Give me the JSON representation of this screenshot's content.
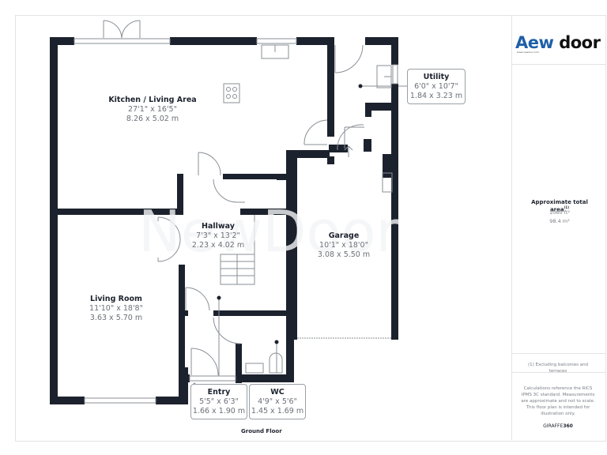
{
  "floor_label": "Ground Floor",
  "logo": {
    "brand_a": "Aew",
    "brand_b": " door",
    "subtext": "www.newdoor.com"
  },
  "watermark": "NewDoor",
  "rooms": {
    "kitchen": {
      "name": "Kitchen / Living Area",
      "imperial": "27'1\" x 16'5\"",
      "metric": "8.26 x 5.02 m"
    },
    "utility": {
      "name": "Utility",
      "imperial": "6'0\" x 10'7\"",
      "metric": "1.84 x 3.23 m"
    },
    "hallway": {
      "name": "Hallway",
      "imperial": "7'3\" x 13'2\"",
      "metric": "2.23 x 4.02 m"
    },
    "garage": {
      "name": "Garage",
      "imperial": "10'1\" x 18'0\"",
      "metric": "3.08 x 5.50 m"
    },
    "living": {
      "name": "Living Room",
      "imperial": "11'10\" x 18'8\"",
      "metric": "3.63 x 5.70 m"
    },
    "entry": {
      "name": "Entry",
      "imperial": "5'5\" x 6'3\"",
      "metric": "1.66 x 1.90 m"
    },
    "wc": {
      "name": "WC",
      "imperial": "4'9\" x 5'6\"",
      "metric": "1.45 x 1.69 m"
    }
  },
  "sidebar": {
    "area_title": "Approximate total area",
    "area_footnote_mark": "(1)",
    "area_sqft": "1060 ft²",
    "area_sqm": "98.4 m²",
    "footnote": "(1) Excluding balconies and terraces",
    "disclaimer": "Calculations reference the RICS IPMS 3C standard. Measurements are approximate and not to scale. This floor plan is intended for illustration only.",
    "brand_a": "GIRAFFE",
    "brand_b": "360"
  },
  "colors": {
    "wall": "#1c222d",
    "line": "#8a8f96",
    "text": "#1c222d",
    "muted": "#6b6f78",
    "logo_blue": "#1f5fa8"
  }
}
